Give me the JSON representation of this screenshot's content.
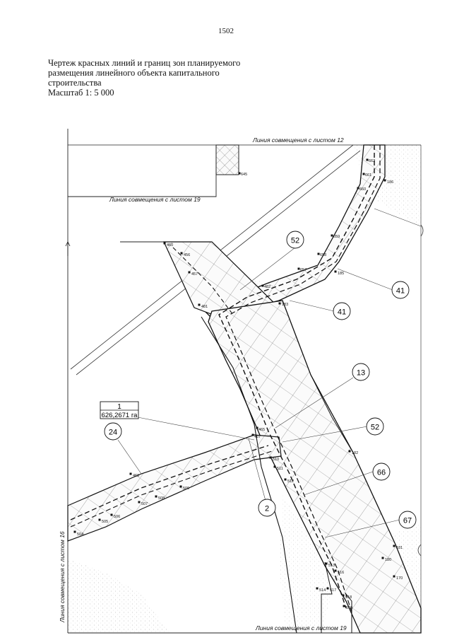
{
  "header": {
    "page_number": "1502",
    "title_lines": [
      "Чертеж красных линий и границ зон планируемого",
      "размещения линейного объекта капитального",
      "строительства"
    ],
    "scale": "Масштаб 1: 5 000"
  },
  "map": {
    "sheet_join_labels": {
      "top": "Линия совмещения с листом 12",
      "upper_left": "Линия совмещения с листом 19",
      "left": "Линия совмещения с листом 16",
      "bottom": "Линия совмещения с листом 19"
    },
    "zone_box": {
      "id": "1",
      "area": "626,2671 га"
    },
    "callouts": [
      "52",
      "41",
      "41",
      "13",
      "52",
      "66",
      "24",
      "2",
      "67"
    ],
    "point_labels": [
      "645",
      "662",
      "661",
      "660",
      "186",
      "659",
      "658",
      "657",
      "185",
      "183",
      "460",
      "456",
      "457",
      "481",
      "482",
      "465",
      "467",
      "510",
      "511",
      "512",
      "182",
      "181",
      "180",
      "170",
      "513",
      "516",
      "514",
      "517",
      "518",
      "519",
      "468",
      "509",
      "508",
      "507",
      "506",
      "505",
      "504"
    ]
  }
}
